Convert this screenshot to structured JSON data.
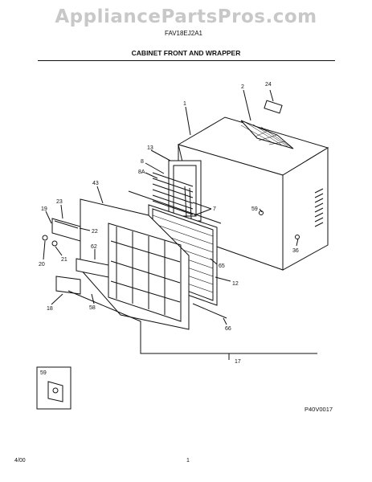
{
  "watermark": "AppliancePartsPros.com",
  "model_number": "FAV18EJ2A1",
  "section_title": "CABINET FRONT AND WRAPPER",
  "callouts": {
    "wrapper": "1",
    "label_top": "2",
    "label_plate": "24",
    "baffle": "13",
    "bracket_a": "8",
    "bracket_b": "8A",
    "screws_7": "7",
    "screw_59": "59",
    "screw_36": "36",
    "front": "43",
    "control_panel": "23",
    "knob": "19",
    "clip_22": "22",
    "part_62": "62",
    "part_20": "20",
    "part_21": "21",
    "filter": "65",
    "gasket": "12",
    "door": "18",
    "screw_58": "58",
    "strip": "66",
    "assembly": "17",
    "inset_label": "59"
  },
  "drawing_code": "P40V0017",
  "footer": {
    "date": "4/00",
    "page": "1"
  }
}
